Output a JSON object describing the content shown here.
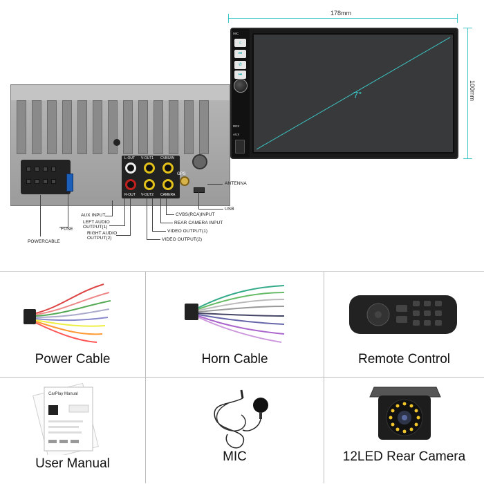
{
  "dimensions": {
    "width_label": "178mm",
    "height_label": "100mm",
    "screen_size": "7\""
  },
  "front_panel": {
    "buttons": [
      {
        "icon": "home-icon",
        "glyph": "⌂"
      },
      {
        "icon": "previous-icon",
        "glyph": "⏮"
      },
      {
        "icon": "phone-icon",
        "glyph": "✆"
      },
      {
        "icon": "next-icon",
        "glyph": "⏭"
      }
    ],
    "labels": {
      "mic": "MIC",
      "res": "RES",
      "aux": "AUX"
    }
  },
  "rear_panel": {
    "rca_labels": {
      "l_out": "L-OUT",
      "v_out1": "V-OUT1",
      "cvbs_in": "CVBS/IN",
      "r_out": "R-OUT",
      "v_out2": "V-OUT2",
      "camera": "CAMERA"
    },
    "gps": "GPS",
    "callouts": {
      "antenna": "ANTENNA",
      "usb": "USB",
      "aux_input": "AUX INPUT",
      "left_audio": "LEFT AUDIO\nOUTPUT(1)",
      "right_audio": "RIGHT AUDIO\nOUTPUT(2)",
      "cvbs_input": "CVBS(RCA)INPUT",
      "rear_camera_input": "REAR CAMERA INPUT",
      "video_output1": "VIDEO OUTPUT(1)",
      "video_output2": "VIDEO OUTPUT(2)",
      "fuse": "FUSE",
      "powercable": "POWERCABLE"
    }
  },
  "accessories": [
    {
      "label": "Power Cable",
      "icon": "power-cable-icon"
    },
    {
      "label": "Horn Cable",
      "icon": "horn-cable-icon"
    },
    {
      "label": "Remote Control",
      "icon": "remote-control-icon"
    },
    {
      "label": "User Manual",
      "icon": "user-manual-icon",
      "manual_title": "CarPlay Manual"
    },
    {
      "label": "MIC",
      "icon": "microphone-icon"
    },
    {
      "label": "12LED Rear Camera",
      "icon": "rear-camera-icon"
    }
  ],
  "colors": {
    "accent": "#3cc6c6",
    "rca_red": "#c0201e",
    "rca_yellow": "#e2c21a",
    "fuse_blue": "#1c5fb8"
  }
}
